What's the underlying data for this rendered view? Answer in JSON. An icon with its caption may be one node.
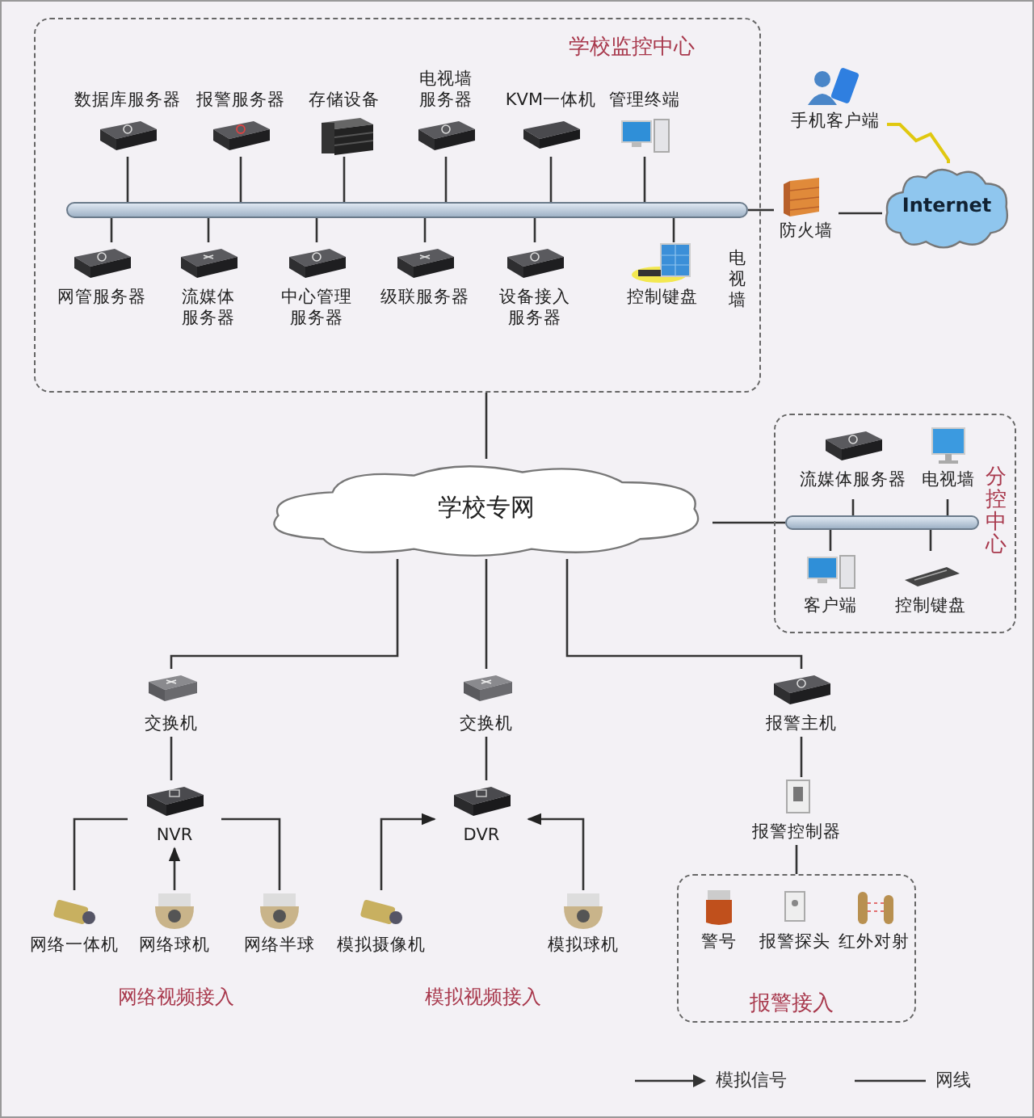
{
  "diagram": {
    "nodes": [
      {
        "text": [
          "学校监控中心"
        ]
      },
      {
        "text": [
          "数据库服务器"
        ],
        "in": 0
      },
      {
        "text": [
          "报警服务器"
        ],
        "in": 0
      },
      {
        "text": [
          "存储设备"
        ],
        "in": 0
      },
      {
        "text": [
          "电视墙服务器"
        ],
        "in": 0
      },
      {
        "text": [
          "KVM一体机"
        ],
        "in": 0
      },
      {
        "text": [
          "管理终端"
        ],
        "in": 0
      },
      {
        "text": [],
        "shape": "bar",
        "in": 0
      },
      {
        "text": [
          "网管服务器"
        ],
        "in": 0
      },
      {
        "text": [
          "流媒体服务器"
        ],
        "in": 0
      },
      {
        "text": [
          "中心管理服务器"
        ],
        "in": 0
      },
      {
        "text": [
          "级联服务器"
        ],
        "in": 0
      },
      {
        "text": [
          "设备接入服务器"
        ],
        "in": 0
      },
      {
        "text": [
          "控制键盘"
        ],
        "beside": [
          "电视墙"
        ],
        "in": 0
      },
      {
        "text": [
          "防火墙"
        ]
      },
      {
        "text": [
          "Internet"
        ]
      },
      {
        "text": [
          "手机客户端"
        ]
      },
      {
        "text": [
          "学校专网"
        ]
      },
      {
        "text": [
          "分控中心"
        ]
      },
      {
        "text": [
          "流媒体服务器"
        ],
        "in": 18
      },
      {
        "text": [
          "电视墙"
        ],
        "in": 18
      },
      {
        "text": [],
        "shape": "bar",
        "in": 18
      },
      {
        "text": [
          "客户端"
        ],
        "in": 18
      },
      {
        "text": [
          "控制键盘"
        ],
        "in": 18
      },
      {
        "text": [
          "交换机"
        ]
      },
      {
        "text": [
          "交换机"
        ]
      },
      {
        "text": [
          "报警主机"
        ]
      },
      {
        "text": [
          "NVR"
        ]
      },
      {
        "text": [
          "DVR"
        ]
      },
      {
        "text": [
          "报警控制器"
        ]
      },
      {
        "text": [
          "报警接入"
        ]
      },
      {
        "text": [
          "网络一体机"
        ]
      },
      {
        "text": [
          "网络球机"
        ]
      },
      {
        "text": [
          "网络半球"
        ]
      },
      {
        "text": [
          "模拟摄像机"
        ]
      },
      {
        "text": [
          "模拟球机"
        ]
      },
      {
        "text": [
          "警号"
        ],
        "in": 30
      },
      {
        "text": [
          "报警探头"
        ],
        "in": 30
      },
      {
        "text": [
          "红外对射"
        ],
        "in": 30
      }
    ],
    "edges": [
      {
        "from": 1,
        "to": 7,
        "arrow": "none"
      },
      {
        "from": 2,
        "to": 7,
        "arrow": "none"
      },
      {
        "from": 3,
        "to": 7,
        "arrow": "none"
      },
      {
        "from": 4,
        "to": 7,
        "arrow": "none"
      },
      {
        "from": 5,
        "to": 7,
        "arrow": "none"
      },
      {
        "from": 6,
        "to": 7,
        "arrow": "none"
      },
      {
        "from": 7,
        "to": 8,
        "arrow": "none"
      },
      {
        "from": 7,
        "to": 9,
        "arrow": "none"
      },
      {
        "from": 7,
        "to": 10,
        "arrow": "none"
      },
      {
        "from": 7,
        "to": 11,
        "arrow": "none"
      },
      {
        "from": 7,
        "to": 12,
        "arrow": "none"
      },
      {
        "from": 7,
        "to": 13,
        "arrow": "none"
      },
      {
        "from": 7,
        "to": 14,
        "arrow": "none"
      },
      {
        "from": 14,
        "to": 15,
        "arrow": "none"
      },
      {
        "from": 16,
        "to": 15,
        "arrow": "none",
        "color": "#e0c810"
      },
      {
        "from": 0,
        "to": 17,
        "arrow": "none"
      },
      {
        "from": 17,
        "to": 21,
        "arrow": "none"
      },
      {
        "from": 19,
        "to": 21,
        "arrow": "none"
      },
      {
        "from": 20,
        "to": 21,
        "arrow": "none"
      },
      {
        "from": 21,
        "to": 22,
        "arrow": "none"
      },
      {
        "from": 21,
        "to": 23,
        "arrow": "none"
      },
      {
        "from": 17,
        "to": 24,
        "arrow": "none"
      },
      {
        "from": 17,
        "to": 25,
        "arrow": "none"
      },
      {
        "from": 17,
        "to": 26,
        "arrow": "none"
      },
      {
        "from": 24,
        "to": 27,
        "arrow": "none"
      },
      {
        "from": 25,
        "to": 28,
        "arrow": "none"
      },
      {
        "from": 26,
        "to": 29,
        "arrow": "none"
      },
      {
        "from": 29,
        "to": 30,
        "arrow": "none"
      },
      {
        "from": 27,
        "to": 31,
        "arrow": "none"
      },
      {
        "from": 32,
        "to": 27,
        "arrow": "to"
      },
      {
        "from": 27,
        "to": 33,
        "arrow": "none"
      },
      {
        "from": 34,
        "to": 28,
        "arrow": "to"
      },
      {
        "from": 35,
        "to": 28,
        "arrow": "to"
      }
    ],
    "labels": [
      "网络视频接入",
      "模拟视频接入"
    ],
    "legend": [
      {
        "text": "模拟信号"
      },
      {
        "text": "网线"
      }
    ]
  }
}
